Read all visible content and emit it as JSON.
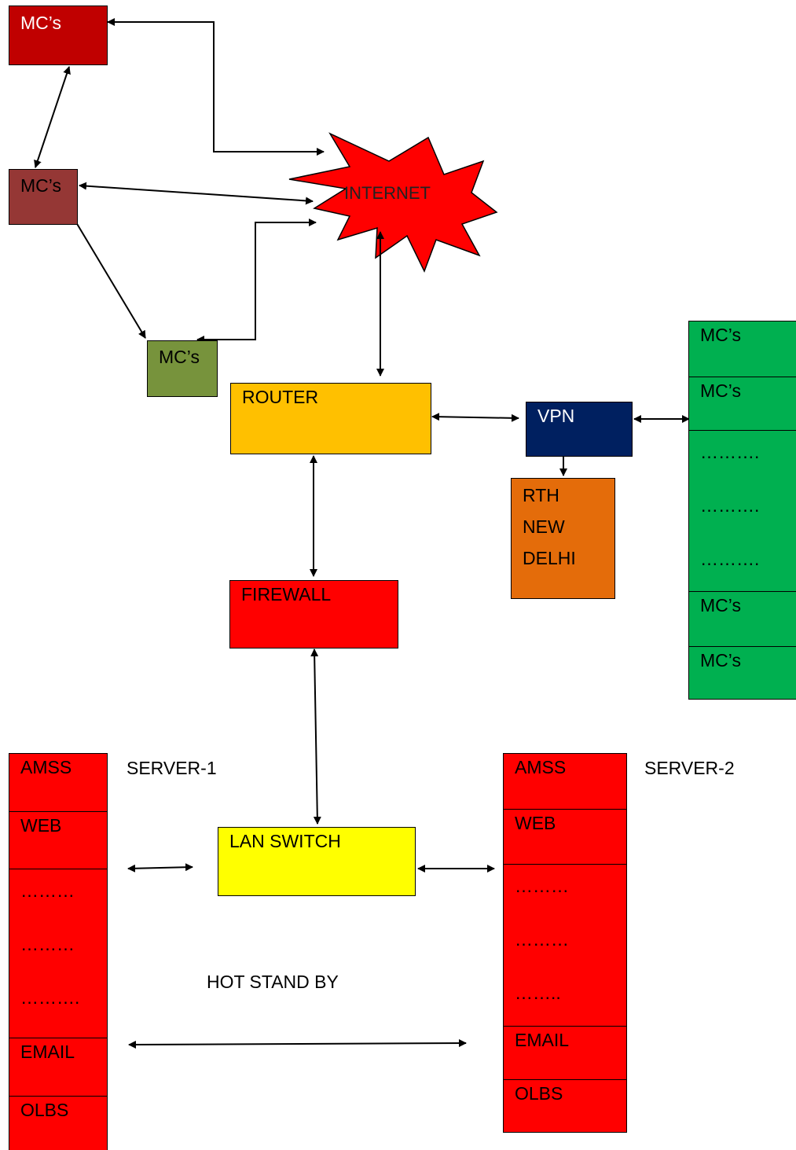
{
  "internet": {
    "label": "INTERNET",
    "fill": "#ff0000"
  },
  "mc_top": {
    "label": "MC’s",
    "fill": "#c00000"
  },
  "mc_mid": {
    "label": "MC’s",
    "fill": "#953735"
  },
  "mc_low": {
    "label": "MC’s",
    "fill": "#77933c"
  },
  "router": {
    "label": "ROUTER",
    "fill": "#ffc000"
  },
  "vpn": {
    "label": "VPN",
    "fill": "#002060"
  },
  "rth": {
    "lines": [
      "RTH",
      "NEW",
      "DELHI"
    ],
    "fill": "#e46c0a"
  },
  "firewall": {
    "label": "FIREWALL",
    "fill": "#ff0000"
  },
  "lan_switch": {
    "label": "LAN SWITCH",
    "fill": "#ffff00"
  },
  "mc_stack": {
    "fill": "#00b050",
    "cells": [
      "MC’s",
      "MC’s",
      "……….",
      "……….",
      "……….",
      "MC’s",
      "MC’s"
    ]
  },
  "server1": {
    "title": "SERVER-1",
    "fill": "#ff0000",
    "cells": [
      "AMSS",
      "WEB",
      "………",
      "………",
      "……….",
      "EMAIL",
      "OLBS"
    ]
  },
  "server2": {
    "title": "SERVER-2",
    "fill": "#ff0000",
    "cells": [
      "AMSS",
      "WEB",
      "………",
      "………",
      "……..",
      "EMAIL",
      "OLBS"
    ]
  },
  "hot_standby": {
    "label": "HOT STAND BY"
  }
}
